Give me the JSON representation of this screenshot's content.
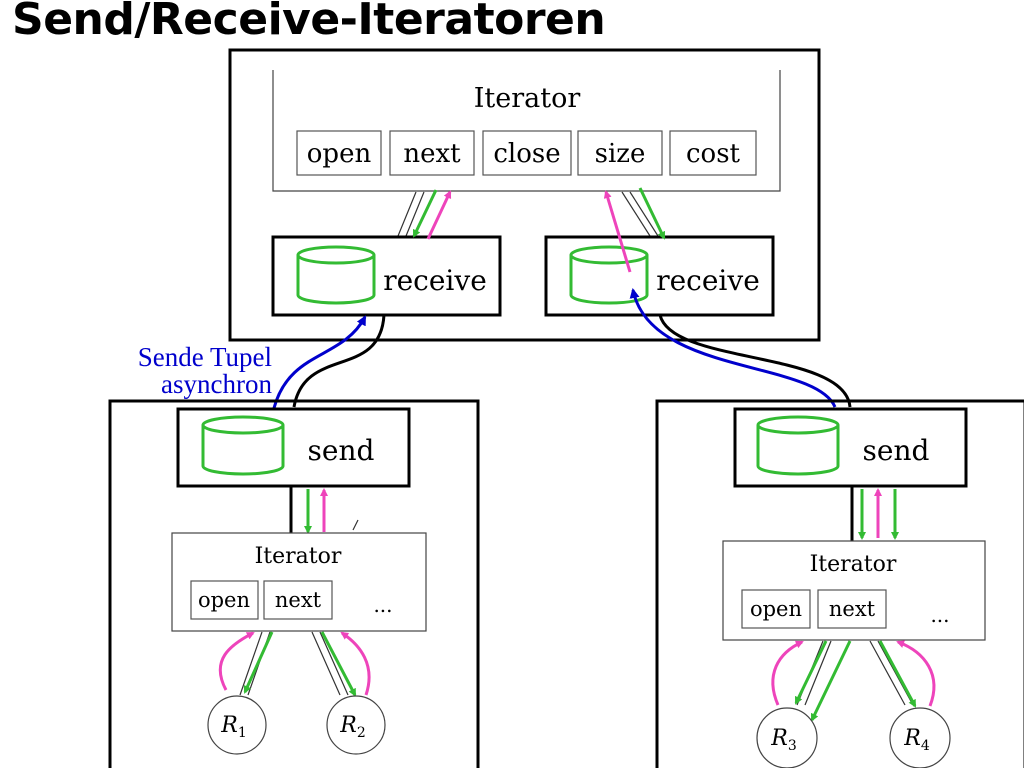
{
  "title": "Send/Receive-Iteratoren",
  "colors": {
    "call_arrow": "#33bb33",
    "return_arrow": "#ee44bb",
    "async_arrow": "#0000cc",
    "buffer": "#33bb33",
    "note_text": "#0000cc"
  },
  "top_node": {
    "iterator_label": "Iterator",
    "methods": [
      "open",
      "next",
      "close",
      "size",
      "cost"
    ],
    "receivers": [
      {
        "label": "receive",
        "buffer_icon": "buffer-cylinder-icon"
      },
      {
        "label": "receive",
        "buffer_icon": "buffer-cylinder-icon"
      }
    ]
  },
  "annotation": {
    "line1": "Sende Tupel",
    "line2": "asynchron"
  },
  "child_nodes": [
    {
      "send_label": "send",
      "buffer_icon": "buffer-cylinder-icon",
      "iterator_label": "Iterator",
      "methods": [
        "open",
        "next"
      ],
      "more": "...",
      "relations": [
        {
          "base": "R",
          "sub": "1"
        },
        {
          "base": "R",
          "sub": "2"
        }
      ]
    },
    {
      "send_label": "send",
      "buffer_icon": "buffer-cylinder-icon",
      "iterator_label": "Iterator",
      "methods": [
        "open",
        "next"
      ],
      "more": "...",
      "relations": [
        {
          "base": "R",
          "sub": "3"
        },
        {
          "base": "R",
          "sub": "4"
        }
      ]
    }
  ]
}
